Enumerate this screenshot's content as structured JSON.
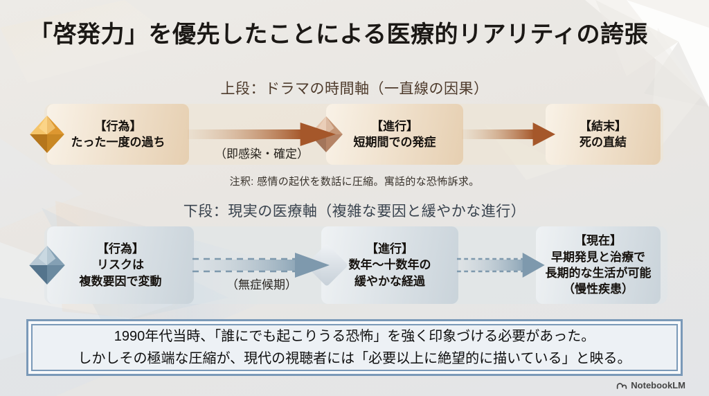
{
  "slide": {
    "title": "「啓発力」を優先したことによる医療的リアリティの誇張",
    "brand": "NotebookLM"
  },
  "drama": {
    "header": "上段：ドラマの時間軸（一直線の因果）",
    "note": "注釈: 感情の起伏を数話に圧縮。寓話的な恐怖訴求。",
    "steps": [
      {
        "text": "【行為】\nたった一度の過ち"
      },
      {
        "text": "【進行】\n短期間での発症"
      },
      {
        "text": "【結末】\n死の直結"
      }
    ],
    "arrow_labels": [
      "（即感染・確定）",
      ""
    ]
  },
  "reality": {
    "header": "下段：現実の医療軸（複雑な要因と緩やかな進行）",
    "steps": [
      {
        "text": "【行為】\nリスクは\n複数要因で変動"
      },
      {
        "text": "【進行】\n数年〜十数年の\n緩やかな経過"
      },
      {
        "text": "【現在】\n早期発見と治療で\n長期的な生活が可能\n（慢性疾患）"
      }
    ],
    "arrow_labels": [
      "（無症候期）",
      ""
    ]
  },
  "callout": {
    "line1": "1990年代当時、「誰にでも起こりうる恐怖」を強く印象づける必要があった。",
    "line2": "しかしその極端な圧縮が、現代の視聴者には「必要以上に絶望的に描いている」と映る。"
  },
  "colors": {
    "drama_accent": "#a5572a",
    "reality_accent": "#7e99ad",
    "drama_header_text": "#4e3b2c",
    "reality_header_text": "#39434e",
    "callout_border": "#7a99b8",
    "upper_box_gradient": [
      "#f9f2e7",
      "#e6cfb1"
    ],
    "lower_box_gradient": [
      "#eff2f4",
      "#c9d3da"
    ]
  }
}
